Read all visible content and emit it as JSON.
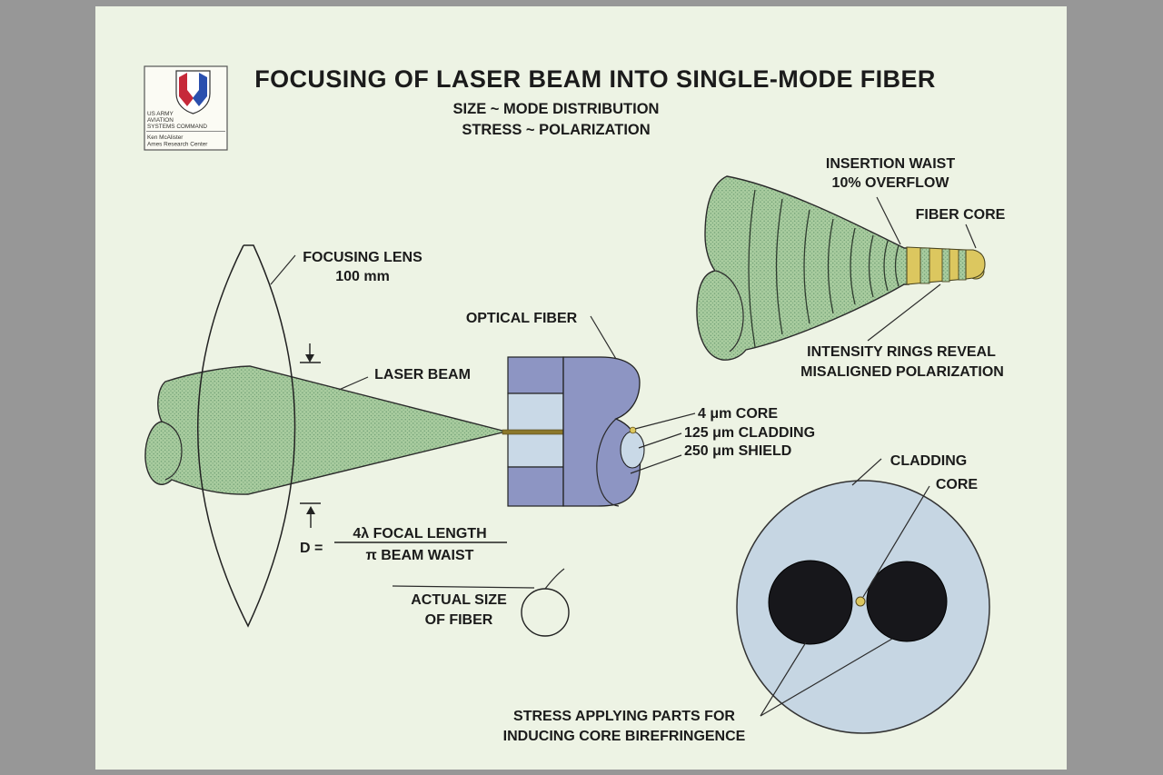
{
  "header": {
    "title": "FOCUSING OF LASER BEAM INTO SINGLE-MODE FIBER",
    "subtitle_line1": "SIZE ~ MODE DISTRIBUTION",
    "subtitle_line2": "STRESS ~ POLARIZATION"
  },
  "logo": {
    "org1": "US ARMY",
    "org2": "AVIATION",
    "org3": "SYSTEMS COMMAND",
    "author": "Ken McAlister",
    "center": "Ames Research Center"
  },
  "lens_labels": {
    "line1": "FOCUSING LENS",
    "line2": "100 mm"
  },
  "beam_label": "LASER BEAM",
  "fiber_labels": {
    "title": "OPTICAL FIBER",
    "core": "4 μm CORE",
    "cladding": "125 μm CLADDING",
    "shield": "250 μm SHIELD"
  },
  "formula": {
    "lhs": "D =",
    "num": "4λ FOCAL LENGTH",
    "den": "π BEAM WAIST"
  },
  "actual_size": {
    "line1": "ACTUAL SIZE",
    "line2": "OF FIBER"
  },
  "mode_pattern": {
    "waist1": "INSERTION WAIST",
    "waist2": "10% OVERFLOW",
    "fiber_core": "FIBER CORE",
    "rings1": "INTENSITY RINGS REVEAL",
    "rings2": "MISALIGNED POLARIZATION"
  },
  "cross_section": {
    "cladding": "CLADDING",
    "core": "CORE",
    "stress1": "STRESS APPLYING PARTS FOR",
    "stress2": "INDUCING CORE BIREFRINGENCE"
  },
  "colors": {
    "surround_gray": "#979797",
    "slide_bg": "#edf3e4",
    "beam_green": "#a9cc9f",
    "beam_dot_green": "#6c9c72",
    "fiber_blue": "#8d95c3",
    "fiber_light_blue": "#c9d9e7",
    "cross_section_blue": "#c6d6e3",
    "fiber_yellow": "#dcc75f",
    "core_olive": "#8b772b",
    "stress_black": "#17171b",
    "logo_red": "#c6293a",
    "logo_blue": "#2a4fae",
    "text": "#1b1b1b"
  }
}
